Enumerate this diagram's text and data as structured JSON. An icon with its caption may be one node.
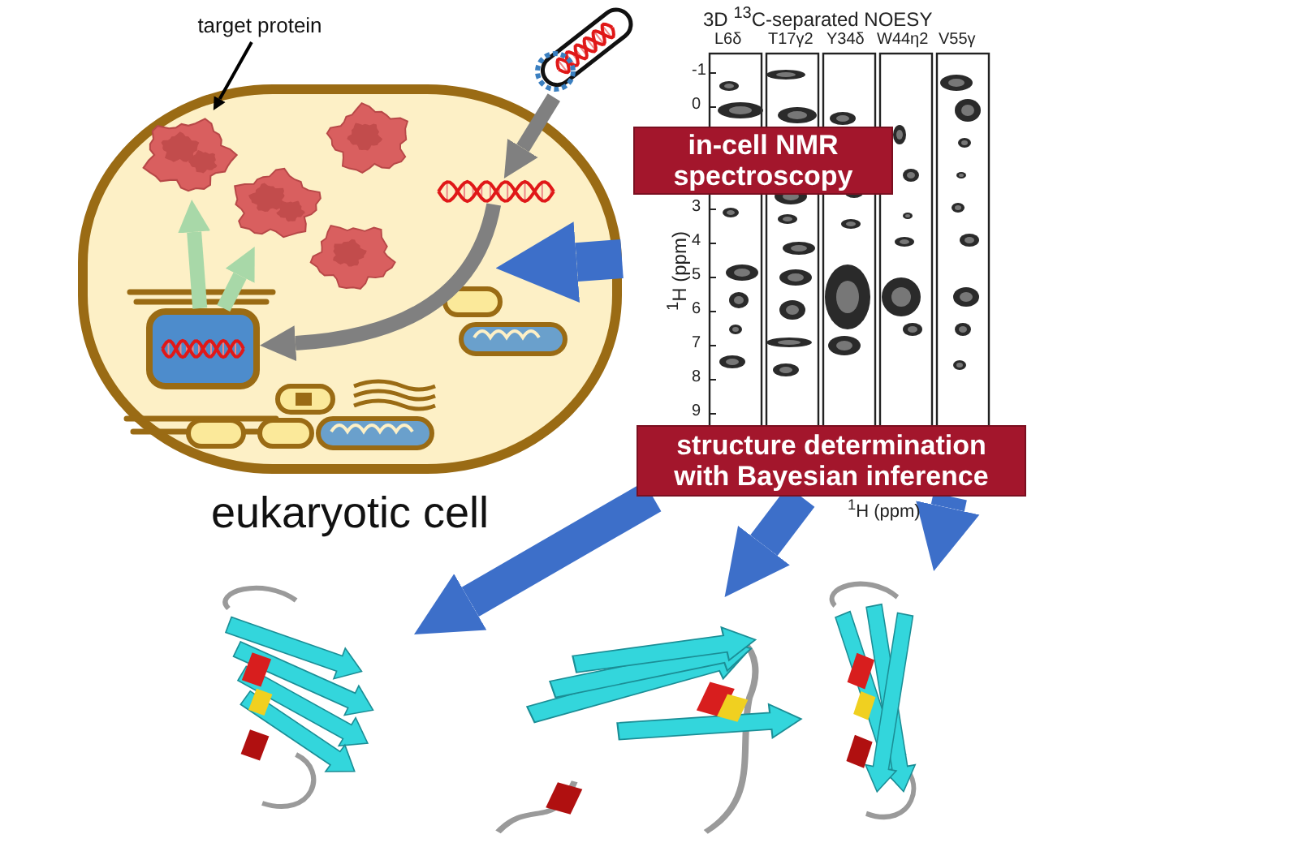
{
  "diagram": {
    "nodes": [
      {
        "text": [
          "eukaryotic cell"
        ]
      },
      {
        "text": [
          "target protein"
        ]
      },
      {
        "text": [],
        "shape": "picture",
        "in": 0
      },
      {
        "text": [],
        "shape": "picture",
        "in": 0
      },
      {
        "text": [],
        "shape": "picture"
      },
      {
        "text": [],
        "shape": "picture",
        "in": 0
      },
      {
        "text": [],
        "shape": "picture",
        "in": 0
      },
      {
        "text": [
          "in-cell NMR spectroscopy"
        ]
      },
      {
        "text": [],
        "shape": "picture"
      },
      {
        "text": [
          "structure determination with Bayesian inference"
        ]
      },
      {
        "text": [],
        "shape": "picture"
      },
      {
        "text": [],
        "shape": "picture"
      },
      {
        "text": [],
        "shape": "picture"
      }
    ],
    "edges": [
      {
        "from": 1,
        "to": 2,
        "arrow": "to",
        "color": "#000000"
      },
      {
        "from": 4,
        "to": 5,
        "arrow": "to",
        "color": "#808080"
      },
      {
        "from": 5,
        "to": 6,
        "arrow": "to",
        "color": "#808080"
      },
      {
        "from": 6,
        "to": 2,
        "arrow": "to",
        "color": "#a8d8a8"
      },
      {
        "from": 6,
        "to": 3,
        "arrow": "to",
        "color": "#a8d8a8"
      },
      {
        "from": 0,
        "to": 8,
        "arrow": "to",
        "style": "thick"
      },
      {
        "from": 9,
        "to": 10,
        "arrow": "to",
        "style": "thick"
      },
      {
        "from": 9,
        "to": 11,
        "arrow": "to",
        "style": "thick"
      },
      {
        "from": 9,
        "to": 12,
        "arrow": "to",
        "style": "thick"
      }
    ],
    "labels": [
      "3D $^{13}$C-separated NOESY",
      "L6δ",
      "T17γ2",
      "Y34δ",
      "W44η2",
      "V55γ",
      "-1",
      "0",
      "3",
      "4",
      "5",
      "6",
      "7",
      "8",
      "9",
      "$^{1}$H (ppm)",
      "$^{1}$H (ppm)"
    ]
  }
}
